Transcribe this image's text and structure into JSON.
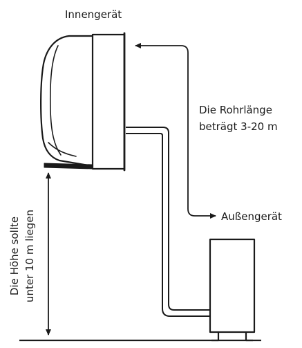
{
  "labels": {
    "indoor_unit": "Innengerät",
    "outdoor_unit": "Außengerät",
    "pipe_length_line1": "Die Rohrlänge",
    "pipe_length_line2": "beträgt 3-20 m",
    "height_line1": "Die Höhe sollte",
    "height_line2": "unter 10 m liegen"
  },
  "colors": {
    "line": "#1a1a1a",
    "background": "#ffffff"
  }
}
